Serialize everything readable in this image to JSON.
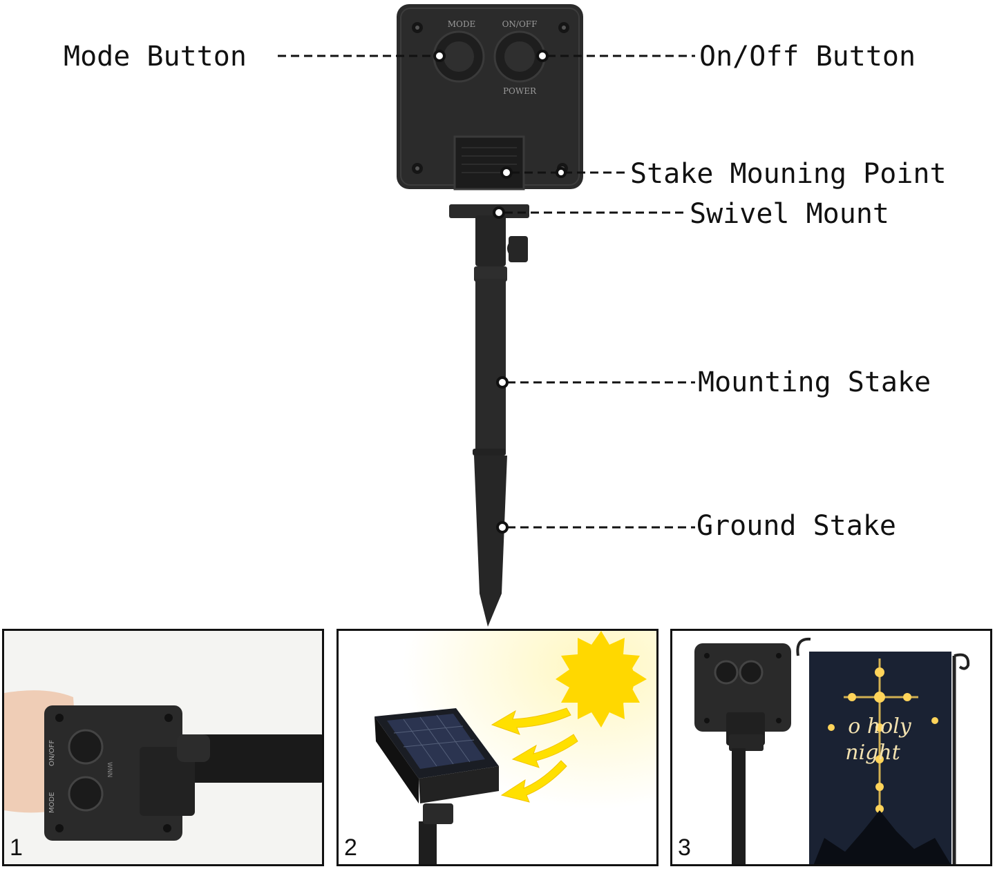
{
  "callouts": {
    "mode_button": "Mode Button",
    "on_off_button": "On/Off Button",
    "stake_mounting_point": "Stake Mouning Point",
    "swivel_mount": "Swivel Mount",
    "mounting_stake": "Mounting Stake",
    "ground_stake": "Ground Stake"
  },
  "device_labels": {
    "mode": "MODE",
    "on_off": "ON/OFF",
    "power": "POWER"
  },
  "panels": [
    {
      "number": "1",
      "side_labels": [
        "ON/OFF",
        "MODE",
        "WNN"
      ]
    },
    {
      "number": "2"
    },
    {
      "number": "3",
      "flag_text": [
        "o holy",
        "night"
      ]
    }
  ],
  "colors": {
    "device_body": "#2b2b2b",
    "label_text": "#111111",
    "sun": "#ffd800",
    "arrow": "#ffe000",
    "flag_bg": "#1a2233",
    "flag_light": "#ffd45a"
  }
}
